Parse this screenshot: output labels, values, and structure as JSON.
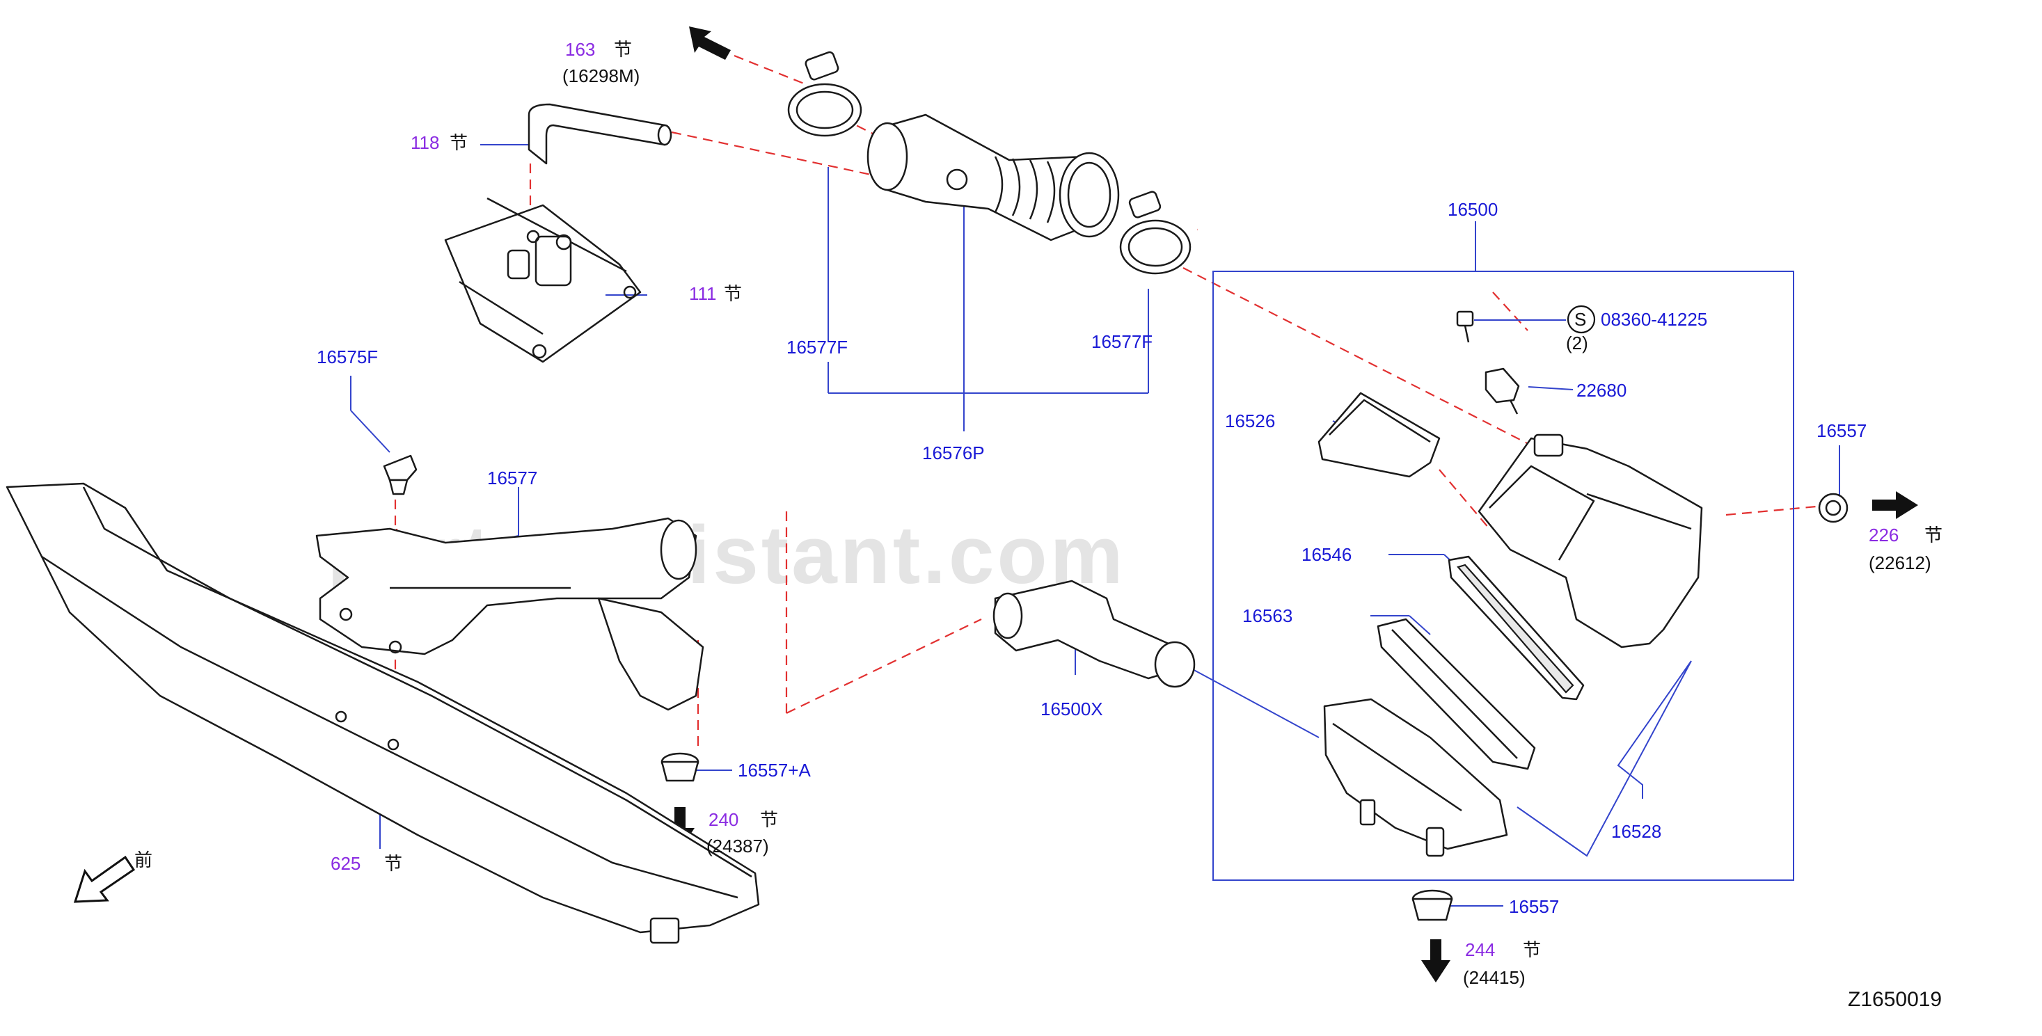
{
  "watermark": "partsassistant.com",
  "diagram_code": "Z1650019",
  "front_label": "前",
  "callouts": {
    "c163": {
      "section": "163",
      "sym": "节",
      "code": "(16298M)"
    },
    "c118": {
      "section": "118",
      "sym": "节"
    },
    "c111": {
      "section": "111",
      "sym": "节"
    },
    "c16575F": {
      "part": "16575F"
    },
    "c16577": {
      "part": "16577"
    },
    "c16577F_left": {
      "part": "16577F"
    },
    "c16577F_right": {
      "part": "16577F"
    },
    "c16576P": {
      "part": "16576P"
    },
    "c16500": {
      "part": "16500"
    },
    "c08360": {
      "badge": "S",
      "part": "08360-41225",
      "qty": "(2)"
    },
    "c22680": {
      "part": "22680"
    },
    "c16526": {
      "part": "16526"
    },
    "c16557_right": {
      "part": "16557"
    },
    "c226": {
      "section": "226",
      "sym": "节",
      "code": "(22612)"
    },
    "c16546": {
      "part": "16546"
    },
    "c16563": {
      "part": "16563"
    },
    "c16500X": {
      "part": "16500X"
    },
    "c16557A": {
      "part": "16557+A"
    },
    "c240": {
      "section": "240",
      "sym": "节",
      "code": "(24387)"
    },
    "c625": {
      "section": "625",
      "sym": "节"
    },
    "c16528": {
      "part": "16528"
    },
    "c16557_bottom": {
      "part": "16557"
    },
    "c244": {
      "section": "244",
      "sym": "节",
      "code": "(24415)"
    }
  },
  "colors": {
    "part_number": "#1a1ad6",
    "section_ref": "#8a2be2",
    "leader_line": "#3344cc",
    "dashed_line": "#e23030",
    "drawing": "#1a1a1a"
  }
}
